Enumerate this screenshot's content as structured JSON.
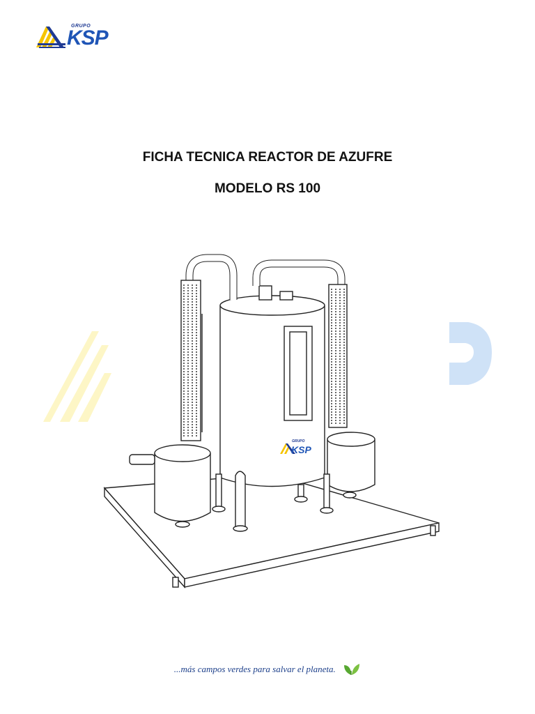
{
  "header": {
    "logo_sub": "GRUPO",
    "logo_main": "KSP"
  },
  "document": {
    "title_line1": "FICHA TECNICA REACTOR DE AZUFRE",
    "title_line2": "MODELO RS 100"
  },
  "illustration": {
    "tank_logo_sub": "GRUPO",
    "tank_logo_main": "KSP"
  },
  "footer": {
    "slogan": "...más campos verdes para salvar el planeta."
  },
  "colors": {
    "brand_blue": "#1f55b6",
    "brand_yellow": "#f5c400",
    "watermark_yellow": "#fdf6c6",
    "watermark_blue": "#cfe2f7",
    "slogan_blue": "#1c3f8a",
    "leaf_green": "#58a832"
  },
  "icons": [
    "ksp-logo-icon",
    "leaf-icon"
  ]
}
